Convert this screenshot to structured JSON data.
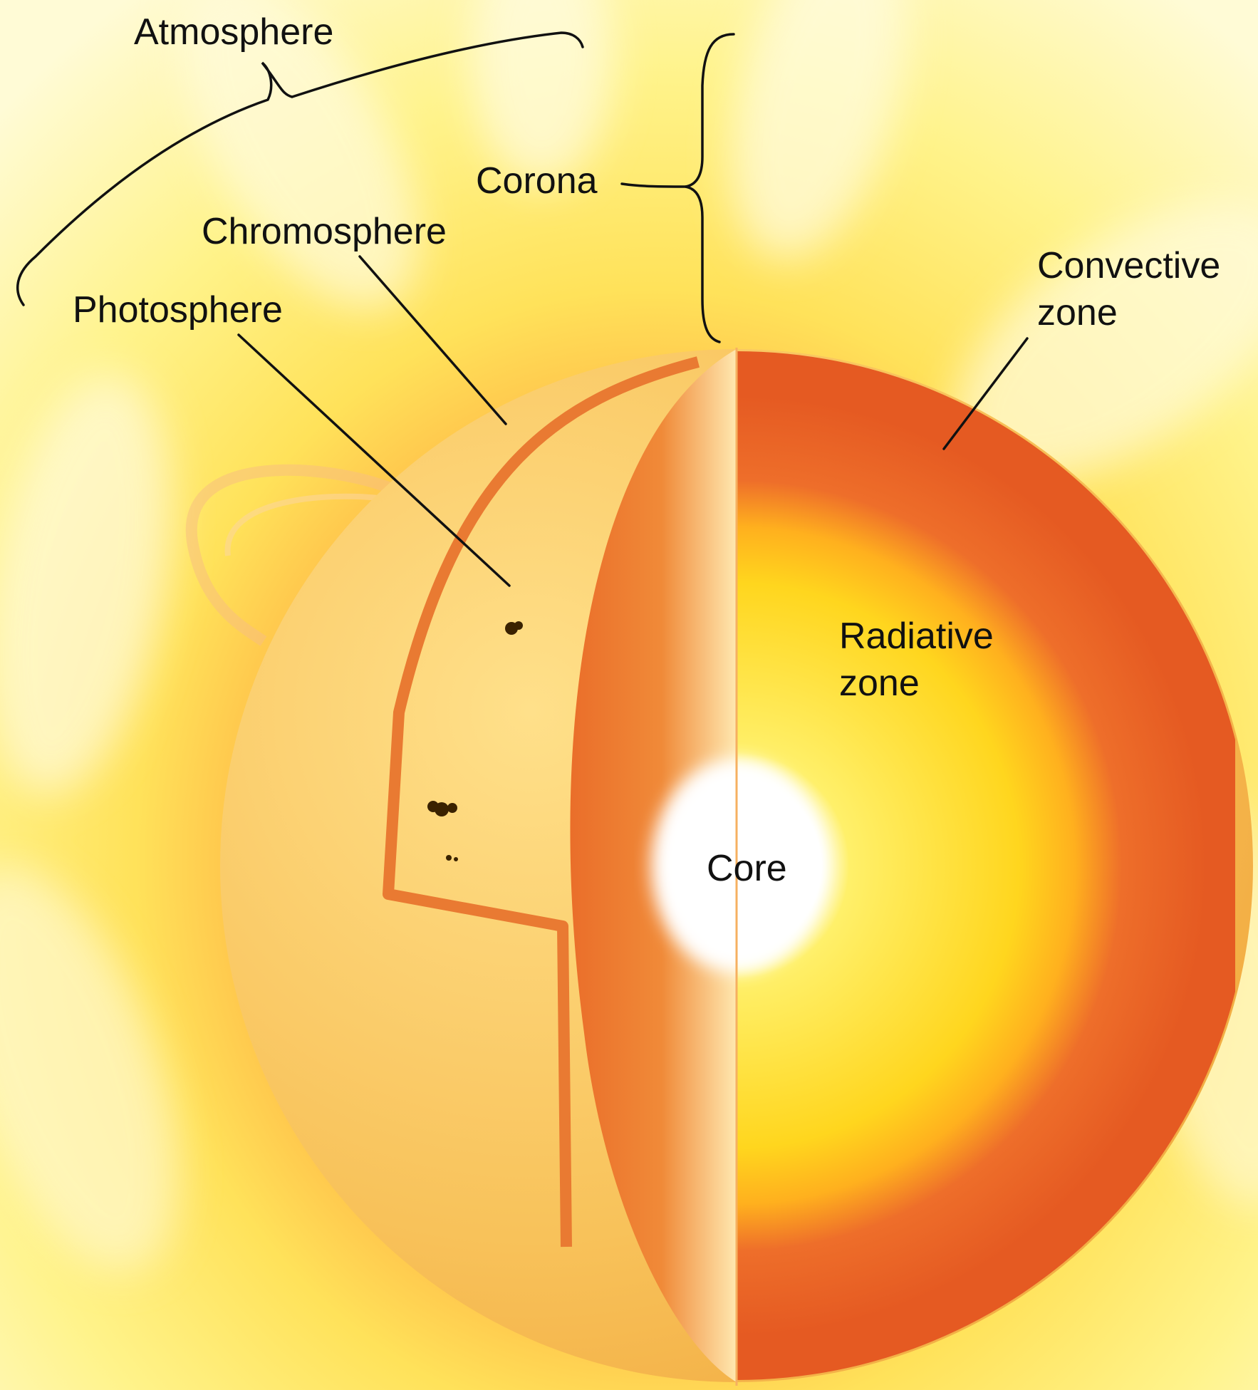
{
  "diagram": {
    "labels": {
      "atmosphere": "Atmosphere",
      "corona": "Corona",
      "chromosphere": "Chromosphere",
      "photosphere": "Photosphere",
      "convective_zone": [
        "Convective",
        "zone"
      ],
      "radiative_zone": [
        "Radiative",
        "zone"
      ],
      "core": "Core"
    },
    "colors": {
      "corona_glow": "#fff6a0",
      "photosphere_surface": "#f6b845",
      "chromosphere_band": "#e97a32",
      "convective_zone": "#e8652a",
      "radiative_zone": "#ffd21e",
      "core": "#ffffff",
      "leader_lines": "#111111"
    }
  }
}
